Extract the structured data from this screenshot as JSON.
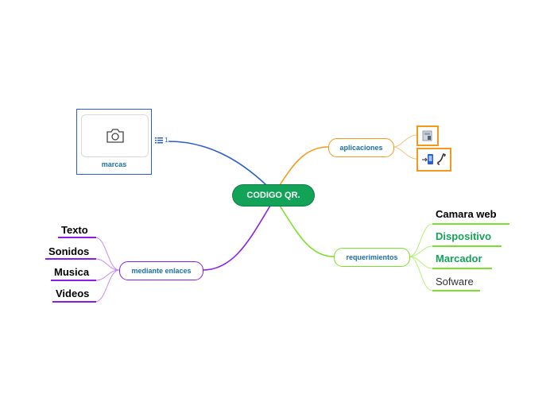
{
  "root": {
    "label": "CODIGO QR."
  },
  "branches": {
    "marcas": {
      "label": "marcas",
      "image_icon": "camera-icon",
      "notes_icon": "list-icon",
      "notes_count": "1",
      "color": "#2b5dcd"
    },
    "aplicaciones": {
      "label": "aplicaciones",
      "color": "#f39a1c",
      "icons": [
        "app-document-icon",
        "phone-transfer-icon"
      ]
    },
    "requerimientos": {
      "label": "requerimientos",
      "color": "#7be02a",
      "items": [
        {
          "label": "Camara web",
          "color": "#000000"
        },
        {
          "label": "Dispositivo",
          "color": "#12a358"
        },
        {
          "label": "Marcador",
          "color": "#12a358"
        },
        {
          "label": "Sofware",
          "color": "#333333"
        }
      ]
    },
    "mediante_enlaces": {
      "label": "mediante enlaces",
      "color": "#8a1ee6",
      "items": [
        {
          "label": "Texto"
        },
        {
          "label": "Sonidos"
        },
        {
          "label": "Musica"
        },
        {
          "label": "Videos"
        }
      ]
    }
  }
}
